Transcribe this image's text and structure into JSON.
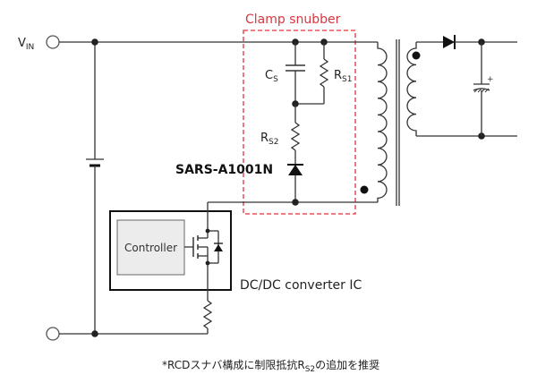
{
  "diagram": {
    "clamp_title": "Clamp snubber",
    "vin": {
      "main": "V",
      "sub": "IN"
    },
    "cs": {
      "main": "C",
      "sub": "S"
    },
    "rs1": {
      "main": "R",
      "sub": "S1"
    },
    "rs2": {
      "main": "R",
      "sub": "S2"
    },
    "diode_part": "SARS-A1001N",
    "controller": "Controller",
    "ic_label": "DC/DC converter IC",
    "footnote": {
      "prefix": "*RCDスナバ構成に制限抵抗R",
      "sub": "S2",
      "suffix": "の追加を推奨"
    },
    "colors": {
      "clamp_box": "#d9363e",
      "wire": "#333333",
      "text": "#222222"
    }
  }
}
